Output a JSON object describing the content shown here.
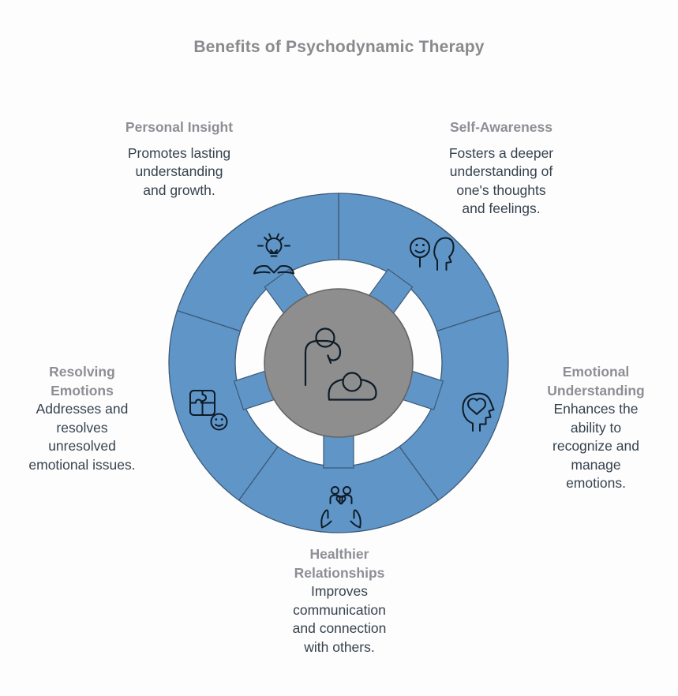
{
  "title": "Benefits of Psychodynamic Therapy",
  "sections": [
    {
      "id": "personal-insight",
      "position": "top-left",
      "title": "Personal Insight",
      "desc": "Promotes lasting\nunderstanding\nand growth.",
      "icon": "lightbulb-insight-icon"
    },
    {
      "id": "self-awareness",
      "position": "top-right",
      "title": "Self-Awareness",
      "desc": "Fosters a deeper\nunderstanding of\none's thoughts\nand feelings.",
      "icon": "mirror-face-icon"
    },
    {
      "id": "emotional-understanding",
      "position": "right",
      "title": "Emotional\nUnderstanding",
      "desc": "Enhances the\nability to\nrecognize and\nmanage\nemotions.",
      "icon": "heart-in-head-icon"
    },
    {
      "id": "resolving-emotions",
      "position": "left",
      "title": "Resolving\nEmotions",
      "desc": "Addresses and\nresolves\nunresolved\nemotional issues.",
      "icon": "puzzle-smiley-icon"
    },
    {
      "id": "healthier-relationships",
      "position": "bottom",
      "title": "Healthier\nRelationships",
      "desc": "Improves\ncommunication\nand connection\nwith others.",
      "icon": "hands-holding-family-icon"
    }
  ],
  "center": {
    "icon": "therapy-session-icon"
  },
  "wheel": {
    "segments": 5
  },
  "colors": {
    "wheel_blue": "#6095c7",
    "wheel_outline": "#3d5a77",
    "hub_gray": "#8e8e8e",
    "hub_outline": "#646464",
    "heading_gray": "#8d8f95",
    "body_text": "#36424e",
    "icon_stroke": "#0e1c28",
    "background": "#fdfdfd"
  }
}
